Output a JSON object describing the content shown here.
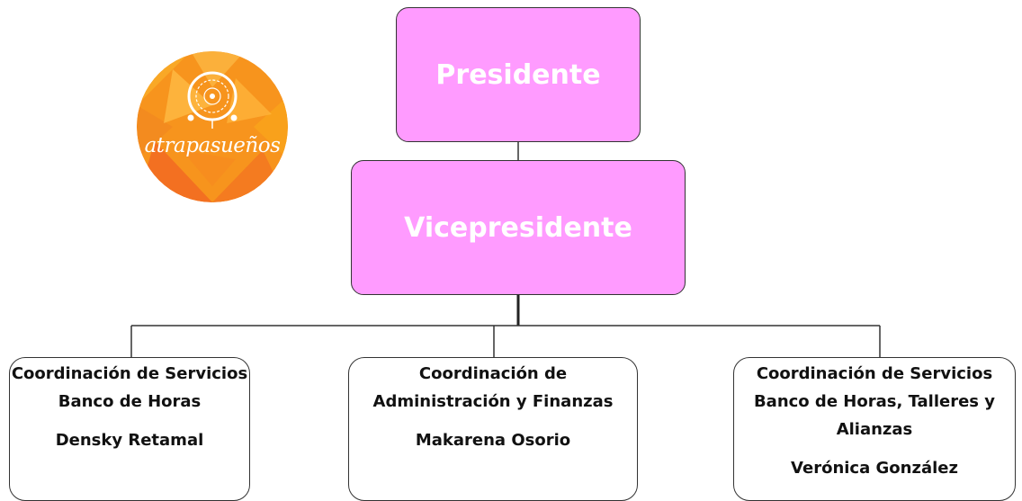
{
  "logo": {
    "brand_text": "atrapasueños",
    "colors": [
      "#f9a21b",
      "#f2811f",
      "#ffc54a",
      "#ffffff"
    ]
  },
  "org": {
    "president": {
      "title": "Presidente"
    },
    "vice_president": {
      "title": "Vicepresidente"
    },
    "coordinations": [
      {
        "title": "Coordinación de Servicios Banco de Horas",
        "person": "Densky Retamal"
      },
      {
        "title": "Coordinación de Administración y Finanzas",
        "person": "Makarena Osorio"
      },
      {
        "title": "Coordinación de Servicios Banco de Horas, Talleres y Alianzas",
        "person": "Verónica González"
      }
    ]
  },
  "colors": {
    "executive_fill": "#ff9bff",
    "executive_text": "#ffffff",
    "unit_fill": "#ffffff",
    "line": "#333333"
  }
}
